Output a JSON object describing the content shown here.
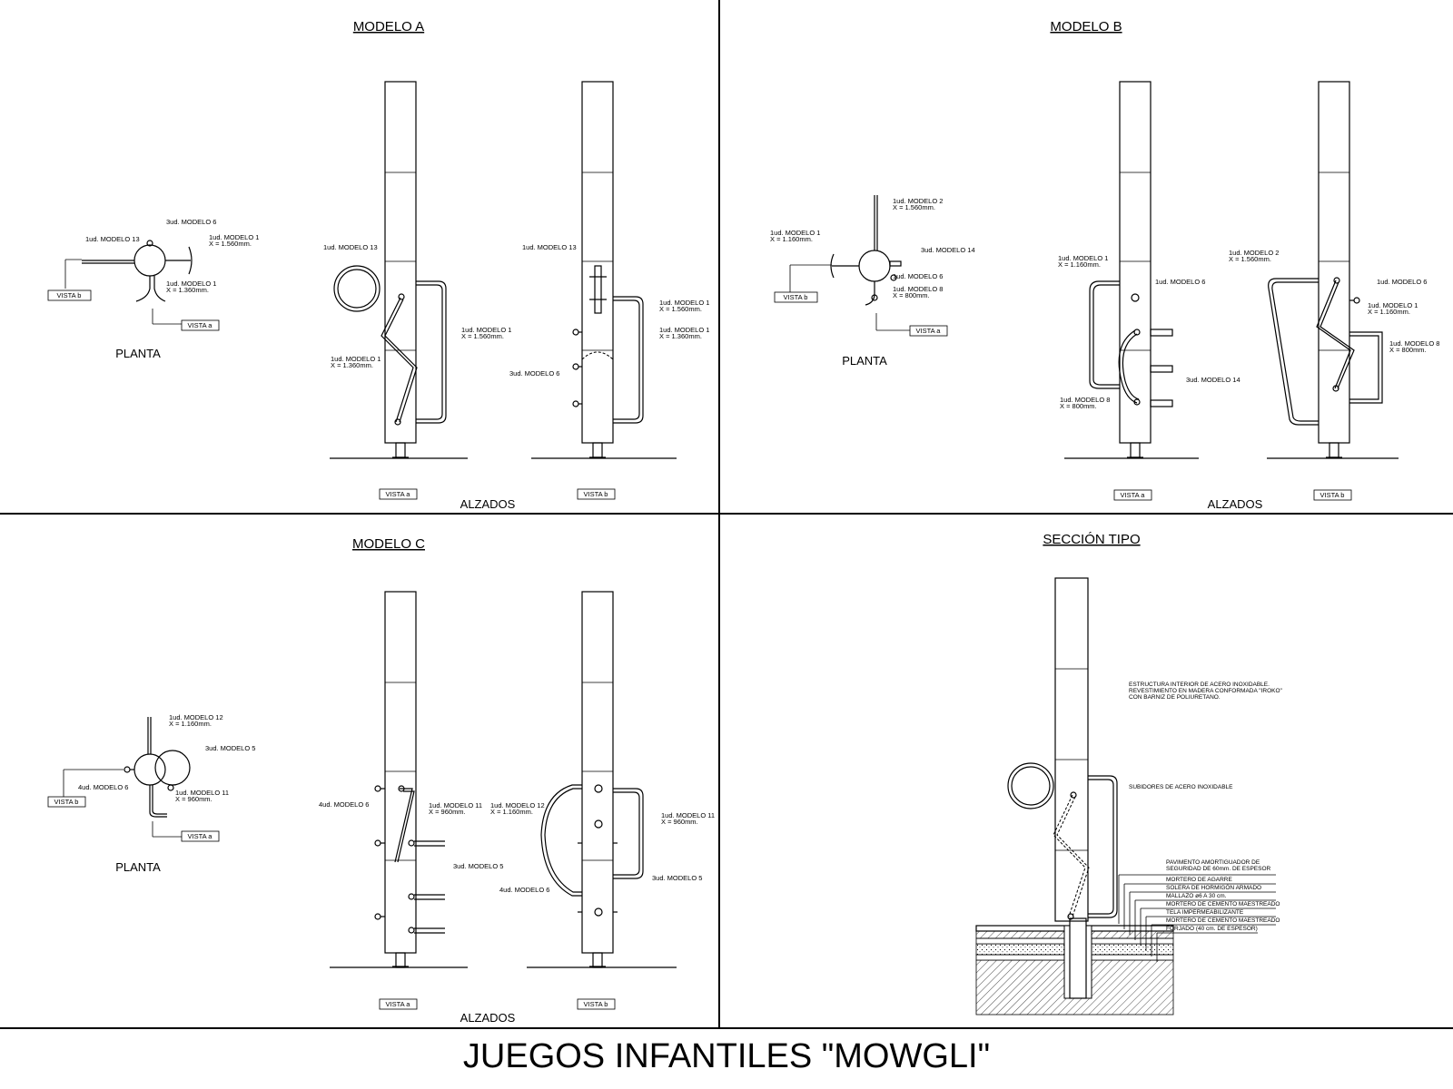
{
  "sheet_title": "JUEGOS INFANTILES \"MOWGLI\"",
  "common": {
    "planta": "PLANTA",
    "alzados": "ALZADOS",
    "vista_a": "VISTA a",
    "vista_b": "VISTA b"
  },
  "modelo_a": {
    "title": "MODELO A",
    "plan": {
      "n_modelo13": "1ud. MODELO 13",
      "n_modelo6": "3ud. MODELO 6",
      "n_modelo1_a1": "1ud. MODELO 1",
      "n_modelo1_a2": "X = 1.560mm.",
      "n_modelo1_b1": "1ud. MODELO 1",
      "n_modelo1_b2": "X = 1.360mm."
    },
    "elev_a": {
      "n_modelo13": "1ud. MODELO 13",
      "n_r1": "1ud. MODELO 1",
      "n_r2": "X = 1.560mm.",
      "n_l1": "1ud. MODELO 1",
      "n_l2": "X = 1.360mm."
    },
    "elev_b": {
      "n_modelo13": "1ud. MODELO 13",
      "n_r1a": "1ud. MODELO 1",
      "n_r1b": "X = 1.560mm.",
      "n_r2a": "1ud. MODELO 1",
      "n_r2b": "X = 1.360mm.",
      "n_modelo6": "3ud. MODELO 6"
    }
  },
  "modelo_b": {
    "title": "MODELO B",
    "plan": {
      "n_m2a": "1ud. MODELO 2",
      "n_m2b": "X = 1.560mm.",
      "n_m1a": "1ud. MODELO 1",
      "n_m1b": "X = 1.160mm.",
      "n_m14": "3ud. MODELO 14",
      "n_m6": "1ud. MODELO 6",
      "n_m8a": "1ud. MODELO 8",
      "n_m8b": "X = 800mm."
    },
    "elev_a": {
      "n_m1a": "1ud. MODELO 1",
      "n_m1b": "X = 1.160mm.",
      "n_m6": "1ud. MODELO 6",
      "n_m14": "3ud. MODELO 14",
      "n_m8a": "1ud. MODELO 8",
      "n_m8b": "X = 800mm."
    },
    "elev_b": {
      "n_m2a": "1ud. MODELO 2",
      "n_m2b": "X = 1.560mm.",
      "n_m6": "1ud. MODELO 6",
      "n_m1a": "1ud. MODELO 1",
      "n_m1b": "X = 1.160mm.",
      "n_m8a": "1ud. MODELO 8",
      "n_m8b": "X = 800mm."
    }
  },
  "modelo_c": {
    "title": "MODELO C",
    "plan": {
      "n_m12a": "1ud. MODELO 12",
      "n_m12b": "X = 1.160mm.",
      "n_m5": "3ud. MODELO 5",
      "n_m6": "4ud. MODELO 6",
      "n_m11a": "1ud. MODELO 11",
      "n_m11b": "X = 960mm."
    },
    "elev_a": {
      "n_m6": "4ud. MODELO 6",
      "n_m11a": "1ud. MODELO 11",
      "n_m11b": "X = 960mm.",
      "n_m5": "3ud. MODELO 5"
    },
    "elev_b": {
      "n_m12a": "1ud. MODELO 12",
      "n_m12b": "X = 1.160mm.",
      "n_m11a": "1ud. MODELO 11",
      "n_m11b": "X = 960mm.",
      "n_m6": "4ud. MODELO 6",
      "n_m5": "3ud. MODELO 5"
    }
  },
  "seccion": {
    "title": "SECCIÓN TIPO",
    "struct1": "ESTRUCTURA INTERIOR DE ACERO INOXIDABLE.",
    "struct2": "REVESTIMIENTO EN MADERA CONFORMADA \"IROKO\"",
    "struct3": "CON BARNIZ DE POLIURETANO.",
    "subidores": "SUBIDORES DE ACERO INOXIDABLE",
    "layers": [
      "PAVIMENTO AMORTIGUADOR DE",
      "SEGURIDAD DE 60mm. DE ESPESOR",
      "MORTERO DE AGARRE",
      "SOLERA DE HORMIGÓN ARMADO",
      "MALLAZO ø6 A 30 cm.",
      "MORTERO DE CEMENTO MAESTREADO",
      "TELA IMPERMEABILIZANTE",
      "MORTERO DE CEMENTO MAESTREADO",
      "FORJADO (40 cm. DE ESPESOR)"
    ]
  }
}
